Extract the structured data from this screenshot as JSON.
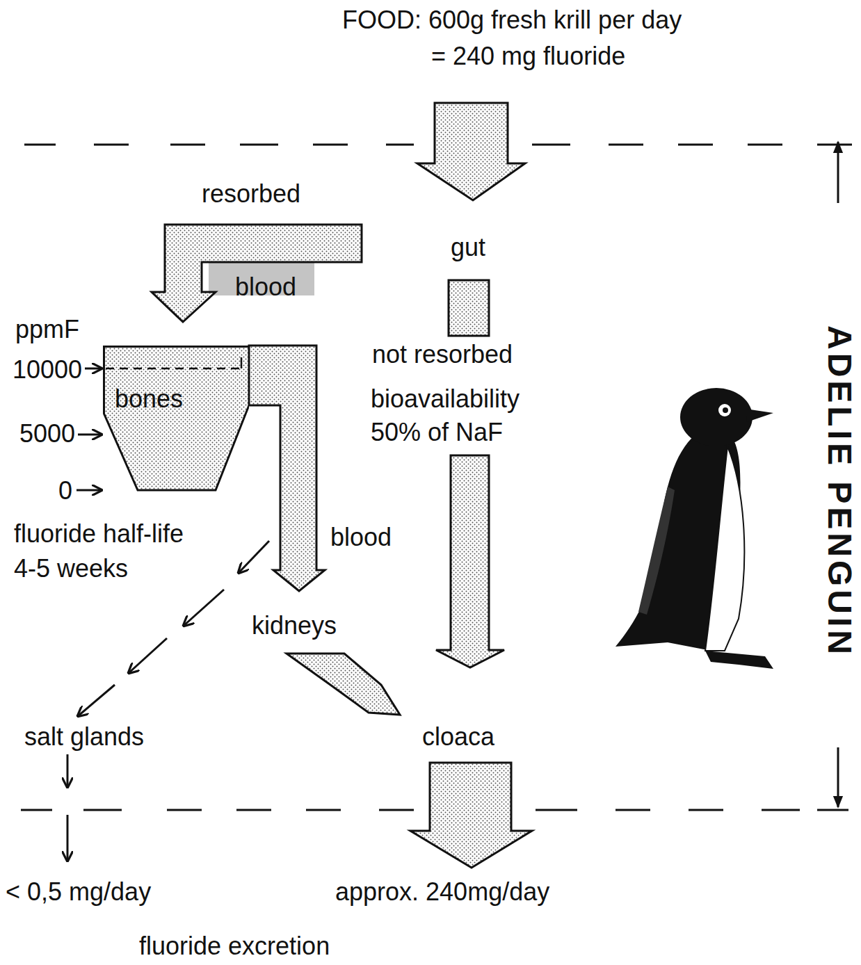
{
  "diagram": {
    "nodes": [
      {
        "text": [
          "bones"
        ]
      }
    ],
    "labels": [
      "FOOD: 600g fresh krill per day",
      "= 240 mg fluoride",
      "resorbed",
      "gut",
      "blood",
      "ppmF",
      "not resorbed",
      "10000",
      "bioavailability",
      "5000",
      "50% of NaF",
      "0",
      "fluoride half-life",
      "4-5 weeks",
      "blood",
      "kidneys",
      "salt glands",
      "cloaca",
      "< 0,5 mg/day",
      "approx. 240mg/day",
      "fluoride excretion",
      "ADELIE PENGUIN"
    ]
  }
}
